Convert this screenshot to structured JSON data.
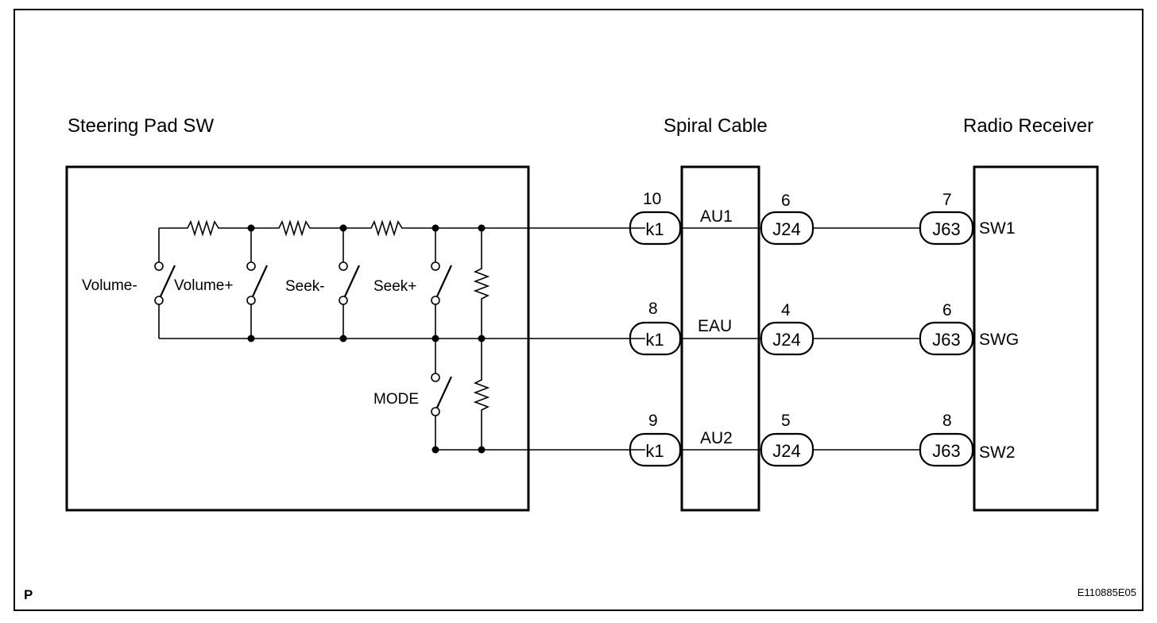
{
  "blocks": {
    "steering_pad": {
      "title": "Steering Pad SW"
    },
    "spiral_cable": {
      "title": "Spiral Cable"
    },
    "radio_receiver": {
      "title": "Radio Receiver"
    }
  },
  "switches": {
    "volume_minus": "Volume-",
    "volume_plus": "Volume+",
    "seek_minus": "Seek-",
    "seek_plus": "Seek+",
    "mode": "MODE"
  },
  "circuits": [
    {
      "k1_pin": "10",
      "k1": "k1",
      "cable_signal": "AU1",
      "j24_pin": "6",
      "j24": "J24",
      "j63_pin": "7",
      "j63": "J63",
      "receiver_terminal": "SW1"
    },
    {
      "k1_pin": "8",
      "k1": "k1",
      "cable_signal": "EAU",
      "j24_pin": "4",
      "j24": "J24",
      "j63_pin": "6",
      "j63": "J63",
      "receiver_terminal": "SWG"
    },
    {
      "k1_pin": "9",
      "k1": "k1",
      "cable_signal": "AU2",
      "j24_pin": "5",
      "j24": "J24",
      "j63_pin": "8",
      "j63": "J63",
      "receiver_terminal": "SW2"
    }
  ],
  "footer": {
    "page_marker": "P",
    "figure_code": "E110885E05"
  }
}
